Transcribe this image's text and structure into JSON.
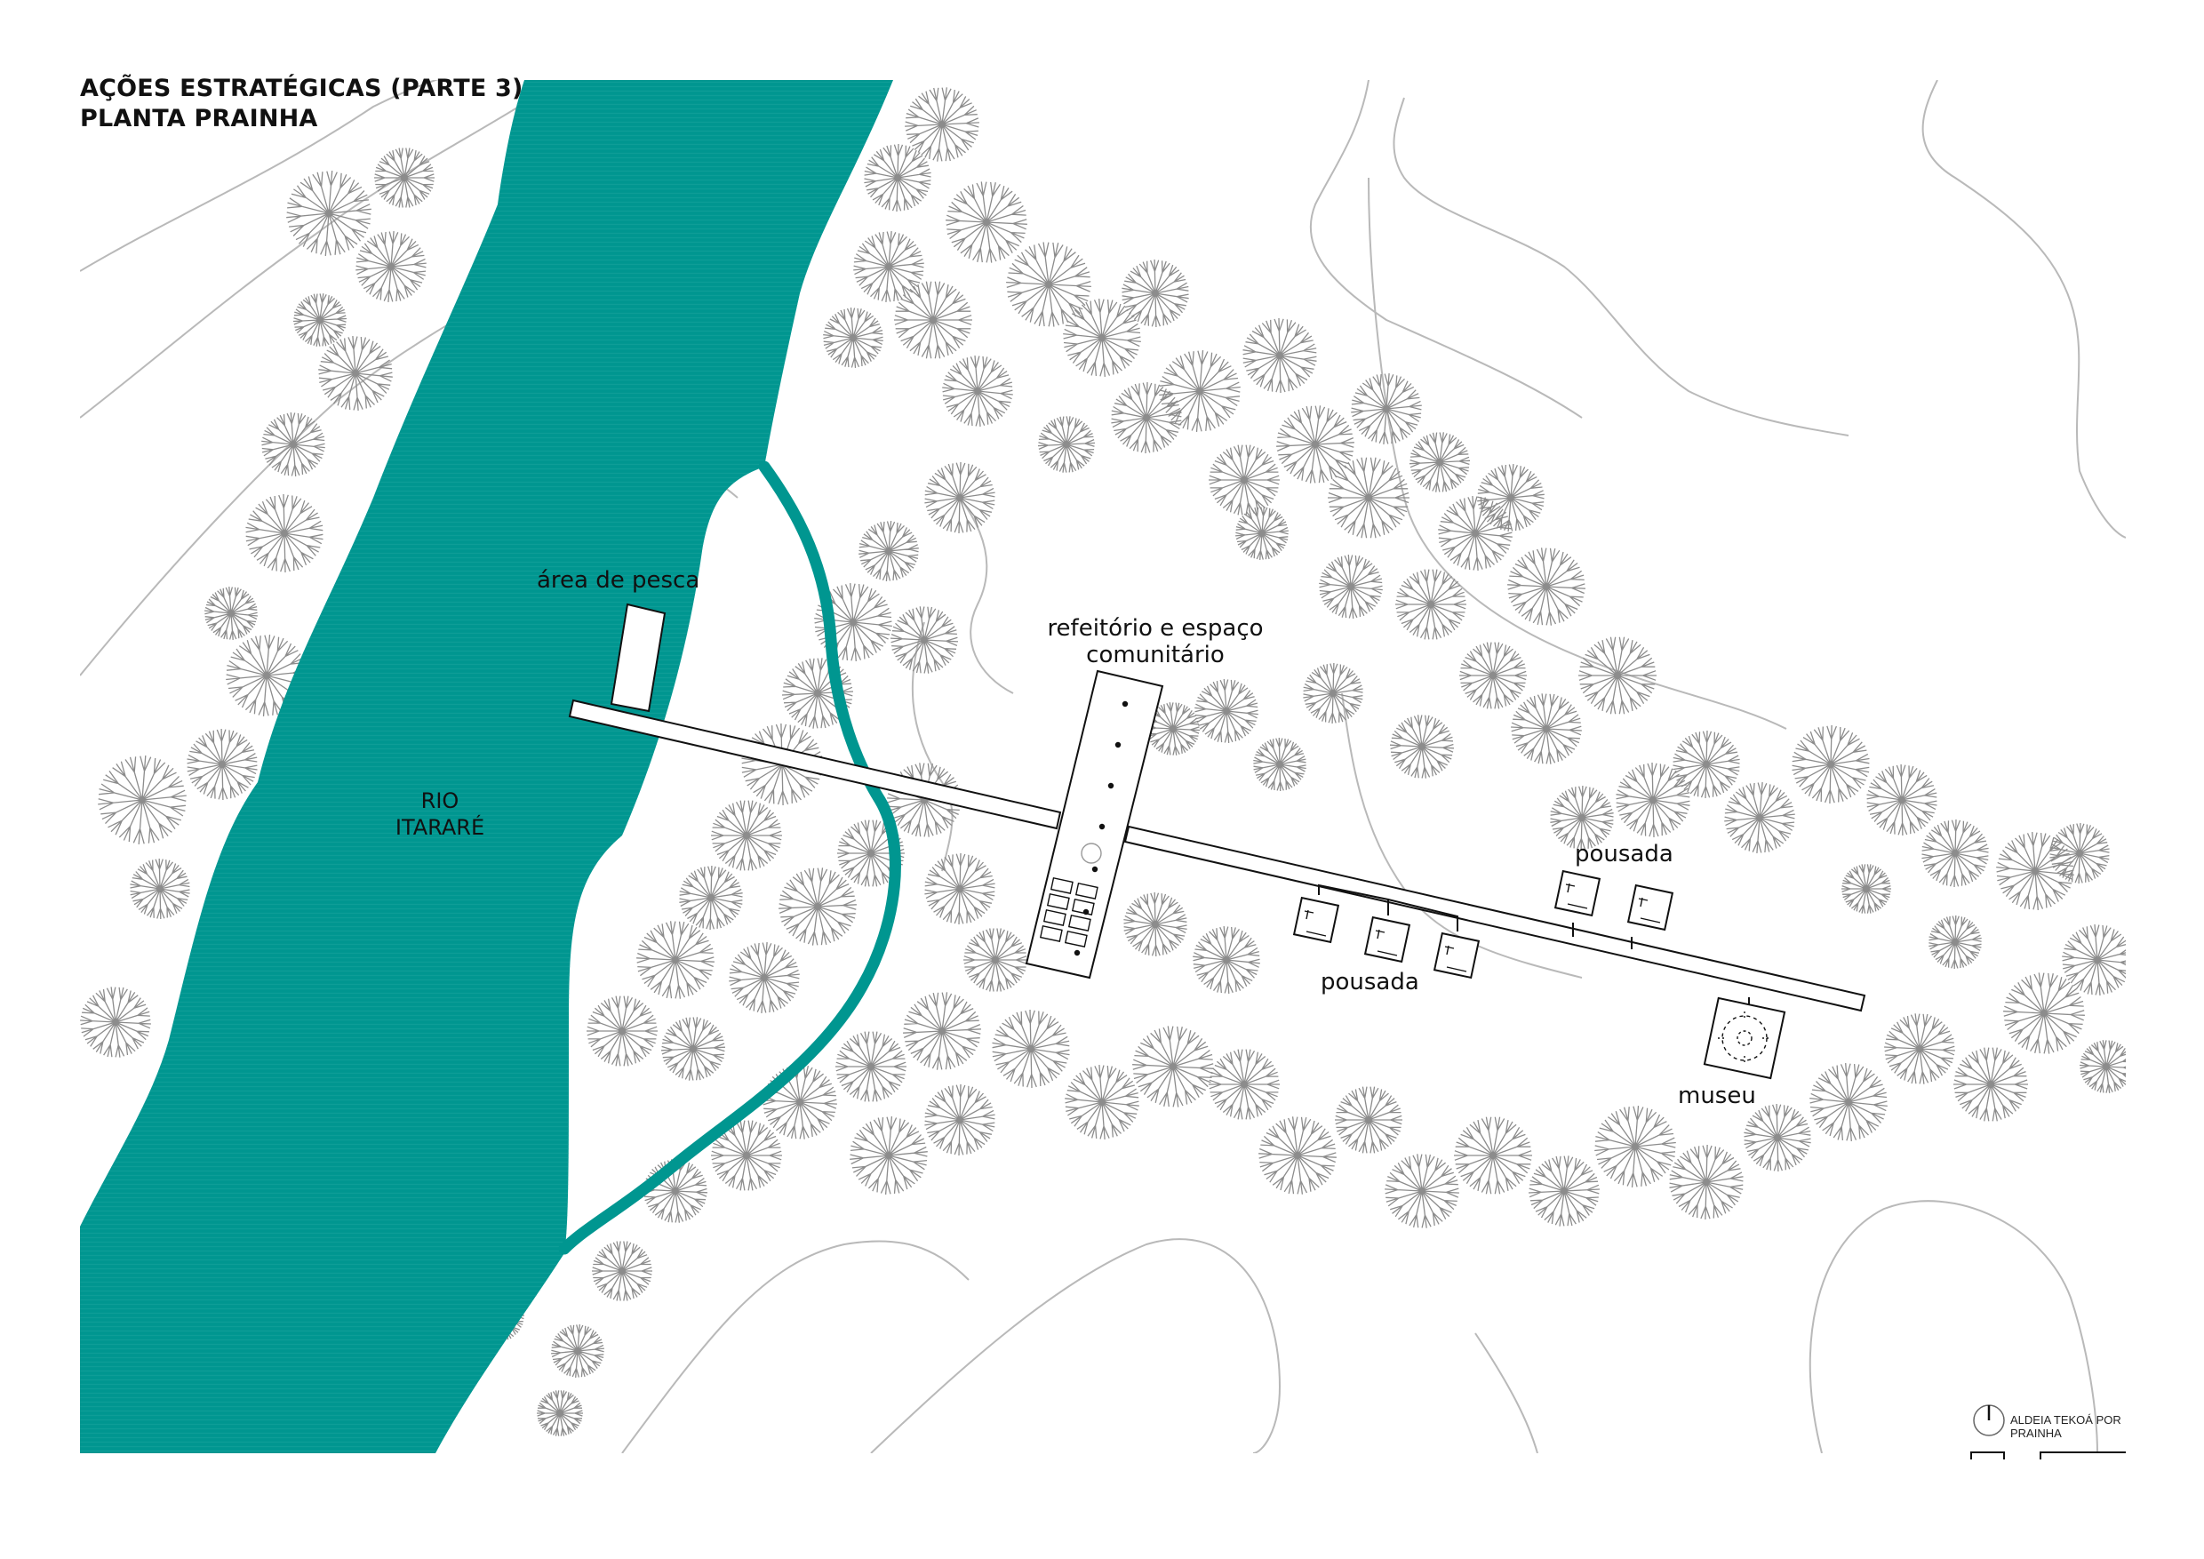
{
  "title": {
    "line1": "AÇÕES ESTRATÉGICAS (PARTE 3)",
    "line2": "PLANTA PRAINHA"
  },
  "labels": {
    "fishing_area": "área de pesca",
    "river_line1": "RIO",
    "river_line2": "ITARARÉ",
    "refectory_line1": "refeitório e espaço",
    "refectory_line2": "comunitário",
    "inn_upper": "pousada",
    "inn_lower": "pousada",
    "museum": "museu"
  },
  "stamp": {
    "line1": "ALDEIA TEKOÁ POR",
    "line2": "PRAINHA"
  },
  "colors": {
    "river": "#009690",
    "ink": "#111111",
    "tree": "#8c8c8c",
    "contour": "#b9b9b9"
  },
  "icons": {
    "north": "north-arrow-icon",
    "tree": "tree-canopy-icon"
  }
}
